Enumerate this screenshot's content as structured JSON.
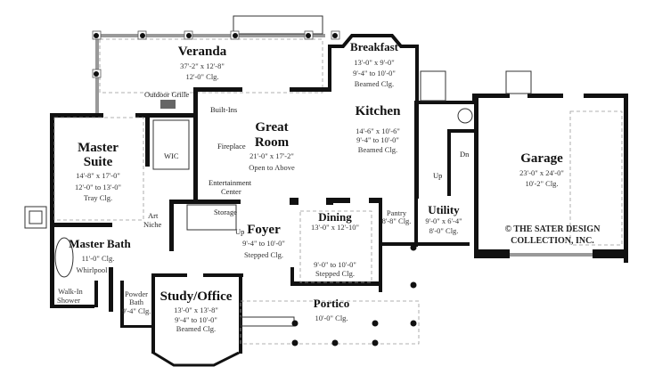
{
  "plan": {
    "rooms": {
      "veranda": {
        "name": "Veranda",
        "size": "37'-2\" x 12'-8\"",
        "ceiling": "12'-0\" Clg."
      },
      "breakfast": {
        "name": "Breakfast",
        "size": "13'-0\" x 9'-0\"",
        "ceiling": "9'-4\" to 10'-0\"",
        "ceiling_type": "Beamed Clg."
      },
      "great_room": {
        "name_1": "Great",
        "name_2": "Room",
        "size": "21'-0\" x 17'-2\"",
        "note": "Open to Above"
      },
      "kitchen": {
        "name": "Kitchen",
        "size": "14'-6\" x 10'-6\"",
        "ceiling": "9'-4\" to 10'-0\"",
        "ceiling_type": "Beamed Clg."
      },
      "garage": {
        "name": "Garage",
        "size": "23'-0\" x 24'-0\"",
        "ceiling": "10'-2\" Clg."
      },
      "master_suite": {
        "name_1": "Master",
        "name_2": "Suite",
        "size": "14'-8\" x 17'-0\"",
        "ceiling": "12'-0\" to 13'-0\"",
        "ceiling_type": "Tray Clg."
      },
      "master_bath": {
        "name": "Master Bath",
        "ceiling": "11'-0\" Clg.",
        "feature": "Whirlpool"
      },
      "walk_in_shower": {
        "name_1": "Walk-In",
        "name_2": "Shower"
      },
      "powder_bath": {
        "name_1": "Powder",
        "name_2": "Bath",
        "ceiling": "9'-4\" Clg."
      },
      "study": {
        "name": "Study/Office",
        "size": "13'-0\" x 13'-8\"",
        "ceiling": "9'-4\" to 10'-0\"",
        "ceiling_type": "Beamed Clg."
      },
      "foyer": {
        "name": "Foyer",
        "ceiling": "9'-4\" to 10'-0\"",
        "ceiling_type": "Stepped Clg."
      },
      "dining": {
        "name": "Dining",
        "size": "13'-0\" x 12'-10\"",
        "ceiling": "9'-0\" to 10'-0\"",
        "ceiling_type": "Stepped Clg."
      },
      "portico": {
        "name": "Portico",
        "ceiling": "10'-0\" Clg."
      },
      "pantry": {
        "name": "Pantry",
        "ceiling": "8'-8\" Clg."
      },
      "utility": {
        "name": "Utility",
        "size": "9'-0\" x 6'-4\"",
        "ceiling": "8'-0\" Clg."
      }
    },
    "labels": {
      "outdoor_grille": "Outdoor Grille",
      "built_ins": "Built-Ins",
      "fireplace": "Fireplace",
      "entertainment_1": "Entertainment",
      "entertainment_2": "Center",
      "wic": "WIC",
      "art_niche_1": "Art",
      "art_niche_2": "Niche",
      "storage": "Storage",
      "up_foyer": "Up",
      "up_kitchen": "Up",
      "dn_garage": "Dn"
    },
    "copyright": {
      "line_1": "© THE SATER DESIGN",
      "line_2": "COLLECTION, INC."
    }
  }
}
